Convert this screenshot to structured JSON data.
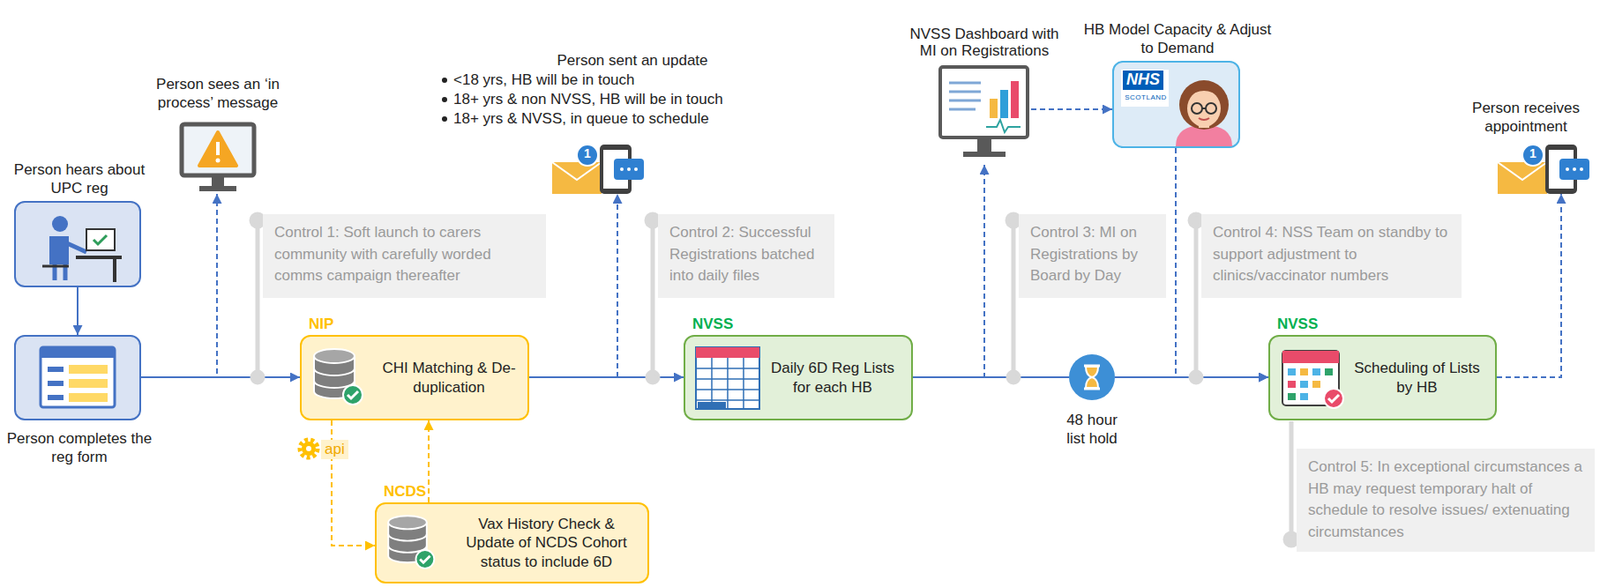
{
  "diagram": {
    "nodes": [
      {
        "text": [
          "Person hears about UPC reg"
        ]
      },
      {
        "text": [
          "Person completes the reg form"
        ]
      },
      {
        "text": [
          "Person sees an ‘in process’ message"
        ]
      },
      {
        "text": [
          "Control 1: Soft launch to carers community with carefully worded comms campaign thereafter"
        ]
      },
      {
        "text": [
          "NIP",
          "CHI Matching & De-duplication"
        ]
      },
      {
        "text": [
          "NCDS",
          "Vax History Check & Update of NCDS Cohort status to include 6D"
        ]
      },
      {
        "text": [
          "Person sent an update",
          "<18 yrs, HB will be in touch",
          "18+ yrs & non NVSS, HB will be in touch",
          "18+ yrs & NVSS, in queue to schedule"
        ]
      },
      {
        "text": [
          "Control 2: Successful Registrations batched into daily files"
        ]
      },
      {
        "text": [
          "NVSS",
          "Daily 6D Reg Lists for each HB"
        ]
      },
      {
        "text": [
          "NVSS Dashboard with MI on Registrations"
        ]
      },
      {
        "text": [
          "Control 3: MI on Registrations by Board by Day"
        ]
      },
      {
        "text": [
          "48 hour list hold"
        ]
      },
      {
        "text": [
          "HB Model Capacity & Adjust to Demand"
        ]
      },
      {
        "text": [
          "Control 4: NSS Team on standby to support adjustment to clinics/vaccinator numbers"
        ]
      },
      {
        "text": [
          "NVSS",
          "Scheduling of Lists by HB"
        ]
      },
      {
        "text": [
          "Control 5: In exceptional circumstances a HB may request temporary halt of schedule to resolve issues/ extenuating circumstances"
        ]
      },
      {
        "text": [
          "Person receives appointment"
        ]
      }
    ],
    "edges": [
      {
        "from": 0,
        "to": 1,
        "arrow": "to"
      },
      {
        "from": 1,
        "to": 2,
        "arrow": "to"
      },
      {
        "from": 1,
        "to": 4,
        "arrow": "to"
      },
      {
        "from": 4,
        "to": 5,
        "arrow": "to"
      },
      {
        "from": 5,
        "to": 4,
        "arrow": "to"
      },
      {
        "from": 4,
        "to": 6,
        "arrow": "to"
      },
      {
        "from": 4,
        "to": 8,
        "arrow": "to"
      },
      {
        "from": 8,
        "to": 9,
        "arrow": "to"
      },
      {
        "from": 9,
        "to": 12,
        "arrow": "to"
      },
      {
        "from": 8,
        "to": 11,
        "arrow": "none"
      },
      {
        "from": 12,
        "to": 14,
        "arrow": "to"
      },
      {
        "from": 11,
        "to": 14,
        "arrow": "to"
      },
      {
        "from": 14,
        "to": 16,
        "arrow": "to"
      }
    ],
    "labels": [
      "api",
      "1",
      "NHS",
      "SCOTLAND",
      "1"
    ]
  }
}
